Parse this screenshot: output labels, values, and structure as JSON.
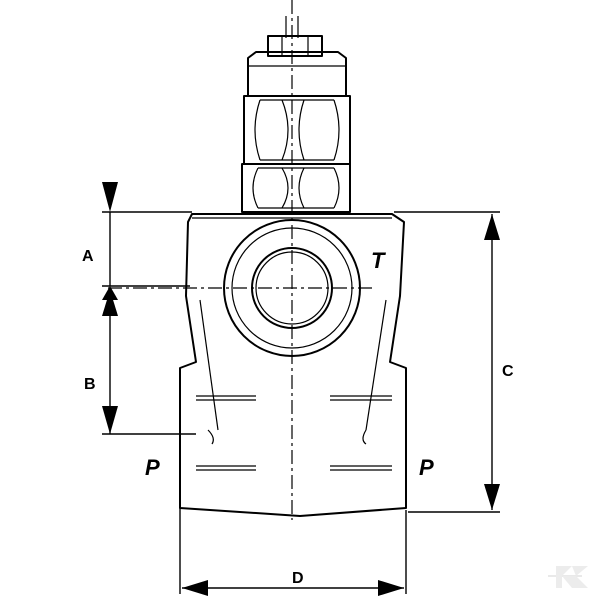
{
  "labels": {
    "dim_a": "A",
    "dim_b": "B",
    "dim_c": "C",
    "dim_d": "D",
    "port_t": "T",
    "port_p_left": "P",
    "port_p_right": "P"
  },
  "watermark_logo": "K"
}
